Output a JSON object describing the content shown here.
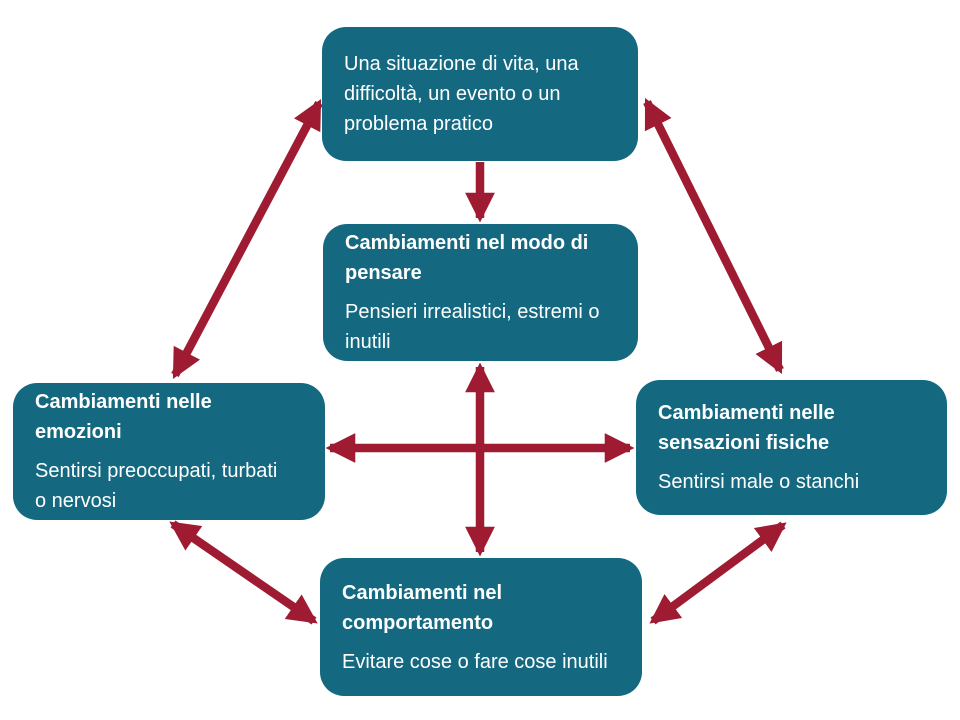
{
  "colors": {
    "background": "#ffffff",
    "node_fill": "#146981",
    "node_text": "#ffffff",
    "arrow": "#9e1b32"
  },
  "diagram": {
    "nodes": {
      "situation": {
        "body": "Una situazione di vita, una\ndifficoltà, un evento o un\nproblema pratico"
      },
      "thoughts": {
        "title": "Cambiamenti nel modo di\npensare",
        "body": "Pensieri irrealistici, estremi o\ninutili"
      },
      "emotions": {
        "title": "Cambiamenti nelle\nemozioni",
        "body": "Sentirsi preoccupati, turbati\no nervosi"
      },
      "physical": {
        "title": "Cambiamenti nelle\nsensazioni fisiche",
        "body": "Sentirsi male o stanchi"
      },
      "behavior": {
        "title": "Cambiamenti nel\ncomportamento",
        "body": "Evitare cose o fare cose inutili"
      }
    },
    "connections": [
      {
        "from": "situation",
        "to": "thoughts",
        "bidirectional": false
      },
      {
        "from": "situation",
        "to": "emotions",
        "bidirectional": true
      },
      {
        "from": "situation",
        "to": "physical",
        "bidirectional": true
      },
      {
        "from": "thoughts",
        "to": "behavior",
        "bidirectional": true
      },
      {
        "from": "emotions",
        "to": "physical",
        "bidirectional": true
      },
      {
        "from": "emotions",
        "to": "behavior",
        "bidirectional": true
      },
      {
        "from": "physical",
        "to": "behavior",
        "bidirectional": true
      }
    ]
  }
}
